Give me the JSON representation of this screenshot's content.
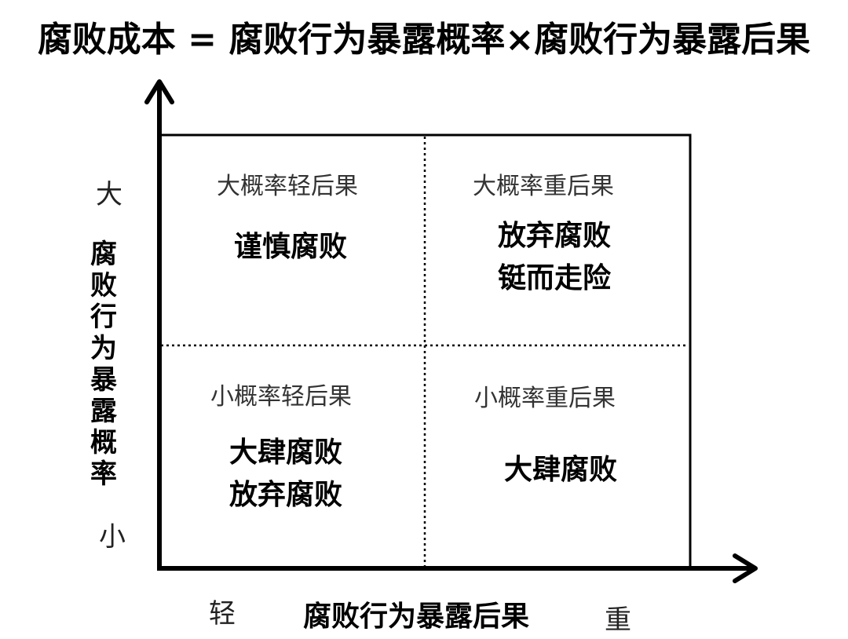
{
  "title": "腐败成本 = 腐败行为暴露概率×腐败行为暴露后果",
  "axes": {
    "y_label": "腐败行为暴露概率",
    "y_high": "大",
    "y_low": "小",
    "x_label": "腐败行为暴露后果",
    "x_low": "轻",
    "x_high": "重"
  },
  "quadrants": {
    "top_left": {
      "subtitle": "大概率轻后果",
      "lines": [
        "谨慎腐败"
      ]
    },
    "top_right": {
      "subtitle": "大概率重后果",
      "lines": [
        "放弃腐败",
        "铤而走险"
      ]
    },
    "bottom_left": {
      "subtitle": "小概率轻后果",
      "lines": [
        "大肆腐败",
        "放弃腐败"
      ]
    },
    "bottom_right": {
      "subtitle": "小概率重后果",
      "lines": [
        "大肆腐败"
      ]
    }
  }
}
